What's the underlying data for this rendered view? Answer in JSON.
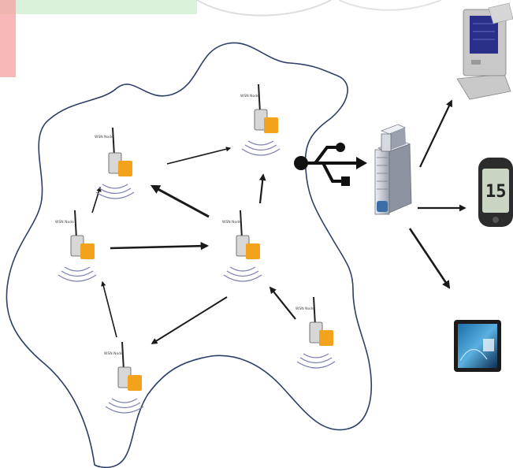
{
  "colors": {
    "boundary": "#2c3f66",
    "arrow": "#1a1a1a",
    "node_orange": "#f2a21b",
    "node_body": "#d7d7d7",
    "wave": "#7a7fb0",
    "banner": "#cdeccf",
    "banner_red": "#f04040",
    "server": "#c8ccd6"
  },
  "node_label": "WSN Node",
  "sensor_nodes": [
    "node-a",
    "node-b",
    "node-c",
    "node-d",
    "node-e",
    "node-f"
  ],
  "gateway": {
    "icon": "usb-icon"
  },
  "server": {
    "icon": "server-icon"
  },
  "clients": [
    {
      "name": "computer-client",
      "icon": "computer-icon"
    },
    {
      "name": "handheld-client",
      "icon": "handheld-icon",
      "display_text": "15"
    },
    {
      "name": "tablet-client",
      "icon": "tablet-icon"
    }
  ]
}
